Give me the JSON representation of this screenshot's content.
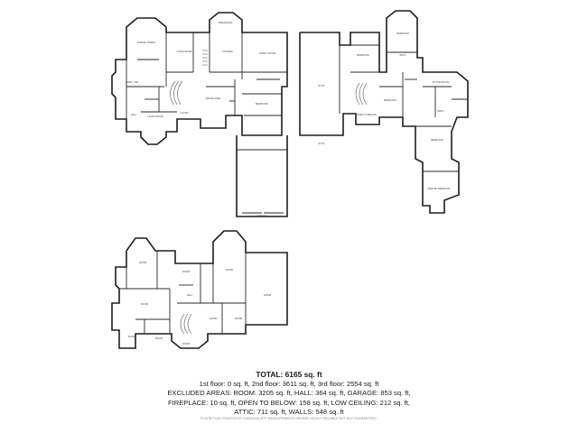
{
  "summary": {
    "total": "TOTAL: 6165 sq. ft",
    "line_floors": "1st floor: 0 sq. ft, 2nd floor: 3611 sq. ft, 3rd floor: 2554 sq. ft",
    "line_excluded_1": "EXCLUDED AREAS: ROOM: 3205 sq. ft, HALL: 364 sq. ft, GARAGE: 853 sq. ft,",
    "line_excluded_2": "FIREPLACE: 10 sq. ft, OPEN TO BELOW: 158 sq. ft, LOW CEILING: 212 sq. ft,",
    "line_excluded_3": "ATTIC: 711 sq. ft, WALLS: 548 sq. ft"
  },
  "footnote": "FLOOR PLAN CREATED BY CUBICASA APP. MEASUREMENTS DEEMED HIGHLY RELIABLE BUT NOT GUARANTEED."
}
